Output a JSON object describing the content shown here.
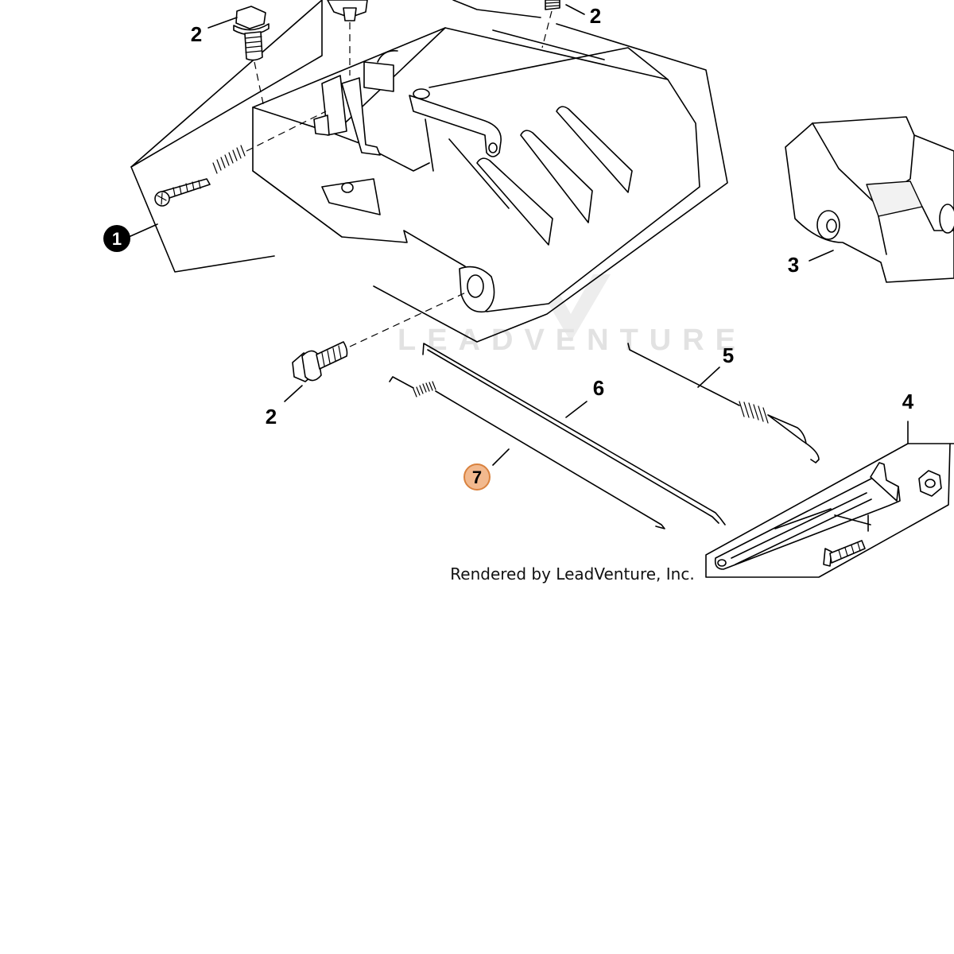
{
  "callouts": {
    "c1": "1",
    "c2a": "2",
    "c2b": "2",
    "c2c": "2",
    "c3": "3",
    "c4": "4",
    "c5": "5",
    "c6": "6",
    "c7": "7"
  },
  "highlight": {
    "callout": "7",
    "fill": "#f2b98e",
    "stroke": "#d9823f"
  },
  "watermark": {
    "text": "LEADVENTURE"
  },
  "credit": {
    "text": "Rendered by LeadVenture, Inc."
  }
}
